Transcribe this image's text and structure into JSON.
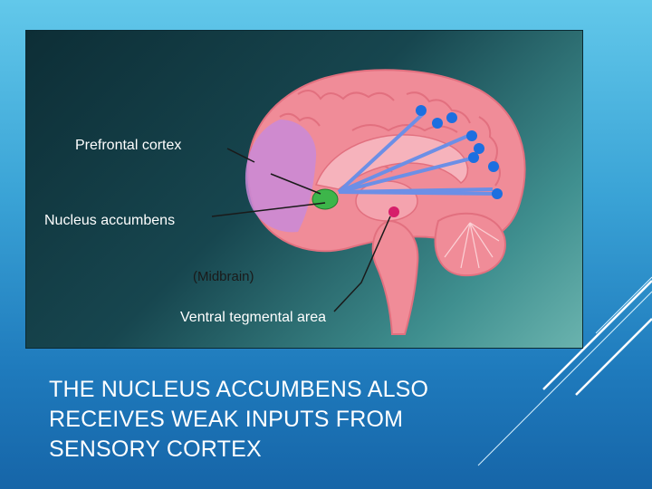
{
  "diagram": {
    "labels": {
      "prefrontal": "Prefrontal cortex",
      "nucleus": "Nucleus accumbens",
      "vta": "Ventral tegmental area",
      "midbrain": "(Midbrain)"
    },
    "colors": {
      "brain": "#f08c98",
      "prefrontal_region": "#c98ad8",
      "nucleus_region": "#3db54a",
      "vta_dot": "#d61f6b",
      "projection": "#6c8fe6",
      "dot": "#1c6fe0"
    }
  },
  "caption": {
    "line1": "THE NUCLEUS ACCUMBENS ALSO",
    "line2": "RECEIVES WEAK INPUTS FROM",
    "line3": "SENSORY CORTEX"
  }
}
